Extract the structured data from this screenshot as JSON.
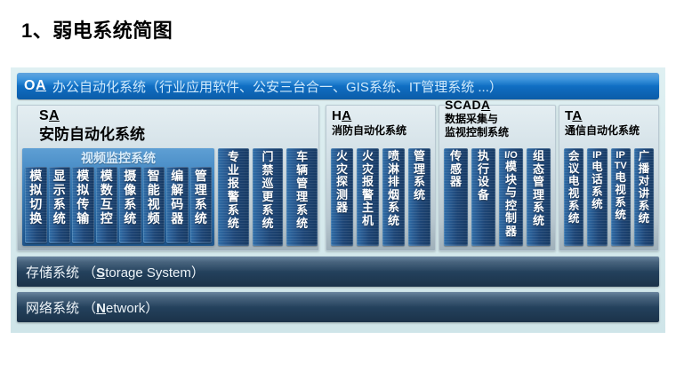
{
  "slide": {
    "title": "1、弱电系统简图"
  },
  "oa_bar": {
    "abbr_prefix": "O",
    "abbr_underlined": "A",
    "text": "办公自动化系统（行业应用软件、公安三台合一、GIS系统、IT管理系统 ...）"
  },
  "panels": [
    {
      "key": "sa",
      "abbr_prefix": "S",
      "abbr_underlined": "A",
      "name": "安防自动化系统",
      "group": {
        "title": "视频监控系统",
        "columns": [
          {
            "text": "模拟切换"
          },
          {
            "text": "显示系统"
          },
          {
            "text": "模拟传输"
          },
          {
            "text": "模数互控"
          },
          {
            "text": "摄像系统"
          },
          {
            "text": "智能视频"
          },
          {
            "text": "编解码器"
          },
          {
            "text": "管理系统"
          }
        ]
      },
      "columns": [
        {
          "text": "专业报警系统"
        },
        {
          "text": "门禁巡更系统"
        },
        {
          "text": "车辆管理系统"
        }
      ]
    },
    {
      "key": "ha",
      "abbr_prefix": "H",
      "abbr_underlined": "A",
      "name": "消防自动化系统",
      "columns": [
        {
          "text": "火灾探测器"
        },
        {
          "text": "火灾报警主机"
        },
        {
          "text": "喷淋排烟系统"
        },
        {
          "text": "管理系统"
        }
      ]
    },
    {
      "key": "scada",
      "abbr_prefix": "SCAD",
      "abbr_underlined": "A",
      "name": "数据采集与",
      "name2": "监视控制系统",
      "columns": [
        {
          "text": "传感器"
        },
        {
          "text": "执行设备"
        },
        {
          "latin": "I/O",
          "text": "模块与控制器"
        },
        {
          "text": "组态管理系统"
        }
      ]
    },
    {
      "key": "ta",
      "abbr_prefix": "T",
      "abbr_underlined": "A",
      "name": "通信自动化系统",
      "columns": [
        {
          "text": "会议电视系统"
        },
        {
          "latin": "IP",
          "text": "电话系统"
        },
        {
          "latin": "IP TV",
          "text": "电视系统"
        },
        {
          "text": "广播对讲系统"
        }
      ]
    }
  ],
  "bottom_bars": [
    {
      "cn": "存储系统 （",
      "u": "S",
      "rest": "torage System）"
    },
    {
      "cn": "网络系统 （",
      "u": "N",
      "rest": "etwork）"
    }
  ],
  "colors": {
    "oa_bar": "#1b83d8",
    "panel_bg": "#d5e2e8",
    "chip": "#1d4576",
    "bottom_bar": "#23405b",
    "frame_bg": "#d7eaed"
  }
}
